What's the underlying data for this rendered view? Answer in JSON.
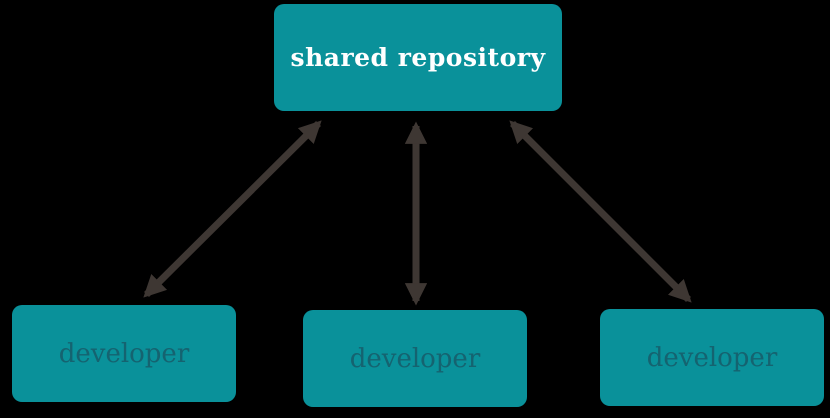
{
  "diagram": {
    "background_color": "#000000",
    "node_fill_color": "#0A919A",
    "arrow_color": "#3E3733",
    "repository": {
      "label": "shared repository",
      "text_color": "#FFFFFF"
    },
    "developers": [
      {
        "label": "developer"
      },
      {
        "label": "developer"
      },
      {
        "label": "developer"
      }
    ],
    "developer_text_color": "#156370",
    "connections": [
      {
        "from": "shared-repository",
        "to": "developer-1",
        "bidirectional": true
      },
      {
        "from": "shared-repository",
        "to": "developer-2",
        "bidirectional": true
      },
      {
        "from": "shared-repository",
        "to": "developer-3",
        "bidirectional": true
      }
    ]
  }
}
